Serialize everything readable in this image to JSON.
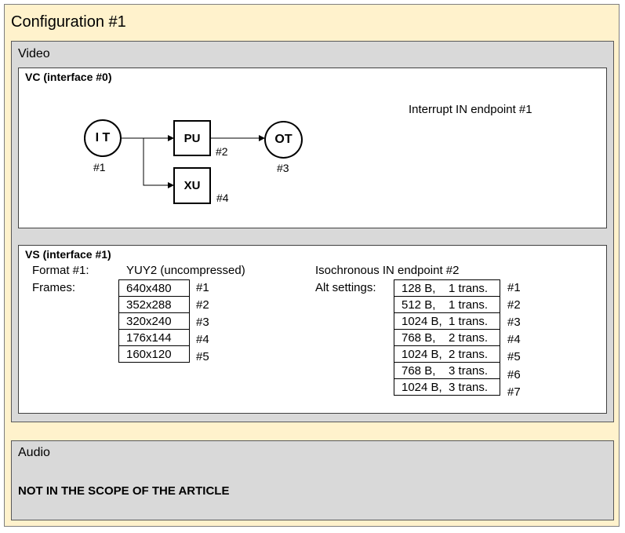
{
  "configuration": {
    "title": "Configuration #1"
  },
  "video": {
    "title": "Video",
    "vc": {
      "title": "VC (interface #0)",
      "interrupt_endpoint": "Interrupt IN endpoint #1",
      "nodes": {
        "it": {
          "label": "I T",
          "id": "#1"
        },
        "pu": {
          "label": "PU",
          "id": "#2"
        },
        "ot": {
          "label": "OT",
          "id": "#3"
        },
        "xu": {
          "label": "XU",
          "id": "#4"
        }
      }
    },
    "vs": {
      "title": "VS (interface #1)",
      "format_label": "Format #1:",
      "format_value": "YUY2 (uncompressed)",
      "frames_label": "Frames:",
      "frames": [
        {
          "size": "640x480",
          "id": "#1"
        },
        {
          "size": "352x288",
          "id": "#2"
        },
        {
          "size": "320x240",
          "id": "#3"
        },
        {
          "size": "176x144",
          "id": "#4"
        },
        {
          "size": "160x120",
          "id": "#5"
        }
      ],
      "iso_endpoint": "Isochronous IN endpoint #2",
      "alt_label": "Alt settings:",
      "alt_settings": [
        {
          "value": "128 B,    1 trans.",
          "id": "#1"
        },
        {
          "value": "512 B,    1 trans.",
          "id": "#2"
        },
        {
          "value": "1024 B,  1 trans.",
          "id": "#3"
        },
        {
          "value": "768 B,    2 trans.",
          "id": "#4"
        },
        {
          "value": "1024 B,  2 trans.",
          "id": "#5"
        },
        {
          "value": "768 B,    3 trans.",
          "id": "#6"
        },
        {
          "value": "1024 B,  3 trans.",
          "id": "#7"
        }
      ]
    }
  },
  "audio": {
    "title": "Audio",
    "note": "NOT IN THE SCOPE OF THE ARTICLE"
  }
}
